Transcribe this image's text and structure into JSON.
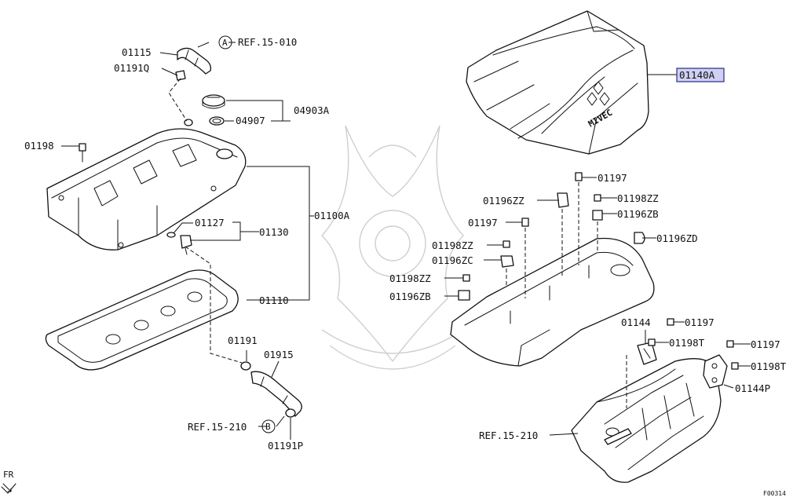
{
  "labels": {
    "p01115": "01115",
    "refA": "REF.15-010",
    "markerA": "A",
    "p01191Q": "01191Q",
    "p04903A": "04903A",
    "p04907": "04907",
    "p01198": "01198",
    "p01100A": "01100A",
    "p01127": "01127",
    "p01130": "01130",
    "p01110": "01110",
    "p01191": "01191",
    "p01915": "01915",
    "refB": "REF.15-210",
    "markerB": "B",
    "p01191P": "01191P",
    "fr": "FR",
    "p01140A": "01140A",
    "p01197a": "01197",
    "p01196ZZ": "01196ZZ",
    "p01198ZZa": "01198ZZ",
    "p01196ZBa": "01196ZB",
    "p01197b": "01197",
    "p01196ZD": "01196ZD",
    "p01198ZZb": "01198ZZ",
    "p01196ZC": "01196ZC",
    "p01198ZZc": "01198ZZ",
    "p01196ZBb": "01196ZB",
    "p01144": "01144",
    "p01197c": "01197",
    "p01198Ta": "01198T",
    "p01197d": "01197",
    "p01198Tb": "01198T",
    "p01144P": "01144P",
    "refManifold": "REF.15-210",
    "figureCode": "F00314",
    "coverText": "MIVEC"
  },
  "colors": {
    "highlightFill": "#cfd0f2",
    "highlightStroke": "#2b2b8c",
    "line": "#111111",
    "watermark": "#cfcfcf"
  }
}
